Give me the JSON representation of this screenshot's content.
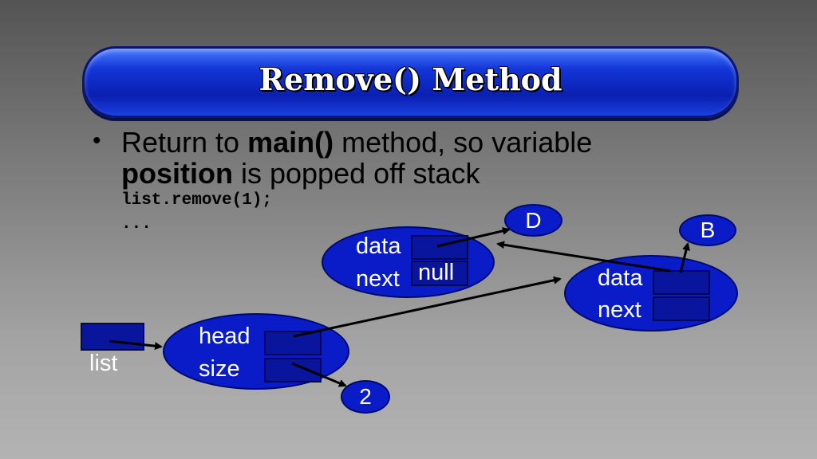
{
  "slide": {
    "title": "Remove() Method",
    "bullet_symbol": "•",
    "line1_pre": "Return to ",
    "line1_bold": "main()",
    "line1_post": " method, so variable",
    "line2_bold": "position",
    "line2_post": " is popped off stack",
    "code_line1": "list.remove(1);",
    "code_line2": "..."
  },
  "diagram": {
    "list_label": "list",
    "list_node": {
      "head_label": "head",
      "size_label": "size"
    },
    "size_value": "2",
    "node_d": {
      "data_label": "data",
      "next_label": "next",
      "next_value": "null",
      "data_value": "D"
    },
    "node_b": {
      "data_label": "data",
      "next_label": "next",
      "data_value": "B"
    }
  }
}
